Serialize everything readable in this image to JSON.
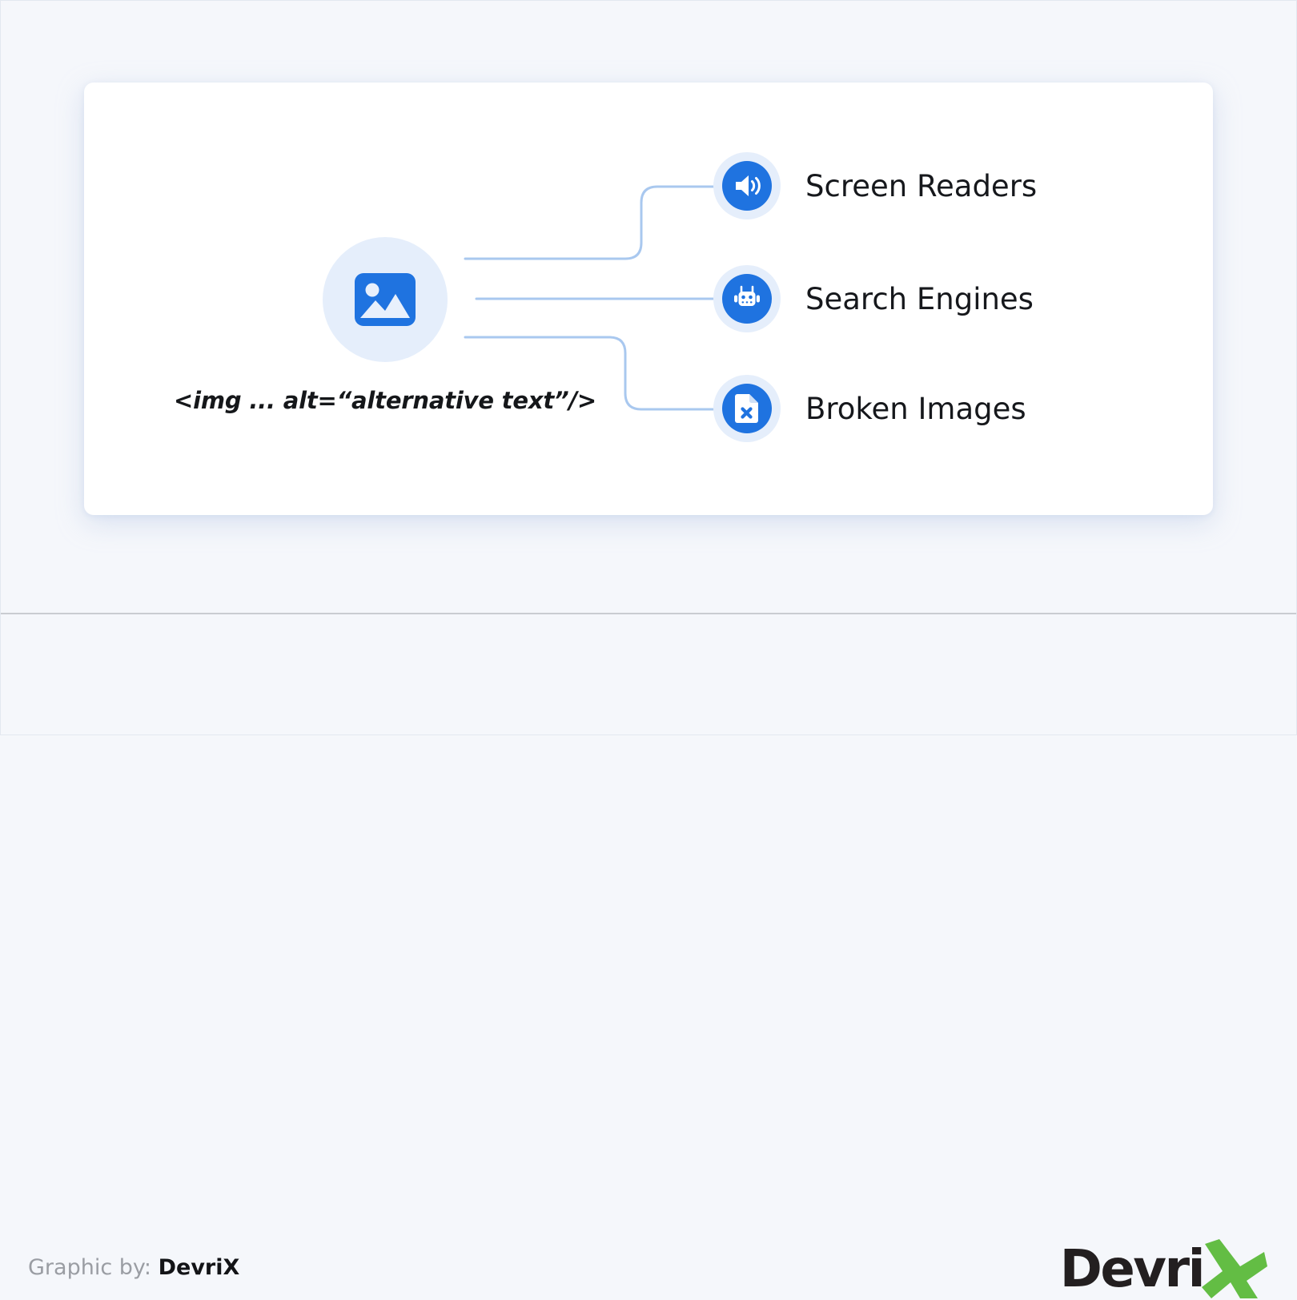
{
  "page": {
    "background_color": "#f5f7fb",
    "card_background": "#ffffff",
    "accent_color": "#1f73e0",
    "halo_color": "#e5eefb",
    "connector_color": "#a9c8ef",
    "divider_color": "#c9ccd1",
    "logo_green": "#63bd44",
    "logo_dark": "#231f20"
  },
  "diagram": {
    "source": {
      "icon": "image-picture-icon",
      "caption": "<img ... alt=“alternative text”/>"
    },
    "targets": [
      {
        "icon": "speaker-volume-icon",
        "label": "Screen Readers"
      },
      {
        "icon": "robot-head-icon",
        "label": "Search Engines"
      },
      {
        "icon": "broken-file-x-icon",
        "label": "Broken Images"
      }
    ]
  },
  "footer": {
    "credit_label": "Graphic by:",
    "credit_brand": "DevriX",
    "logo_word": "Devri",
    "logo_mark": "X"
  }
}
